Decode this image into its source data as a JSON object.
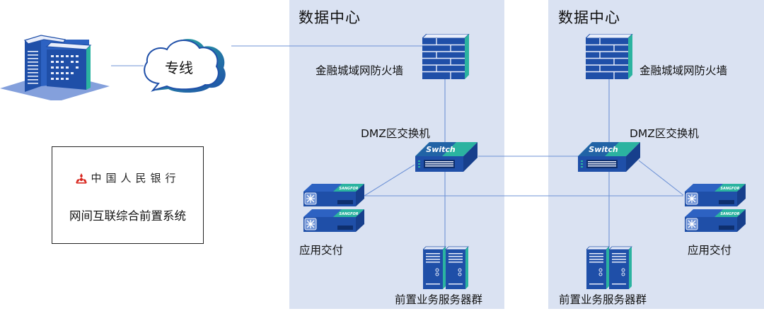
{
  "diagram": {
    "title": "",
    "left": {
      "building_icon": "office-building-icon",
      "cloud_icon": "cloud-icon",
      "cloud_label": "专线",
      "pboc_box": {
        "logo_icon": "pboc-logo-icon",
        "bank_name": "中国人民银行",
        "system_name": "网间互联综合前置系统"
      }
    },
    "data_centers": [
      {
        "title": "数据中心",
        "firewall_label": "金融城域网防火墙",
        "switch_label": "DMZ区交换机",
        "switch_text": "Switch",
        "adc_label": "应用交付",
        "adc_brand": "SANGFOR",
        "server_label": "前置业务服务器群"
      },
      {
        "title": "数据中心",
        "firewall_label": "金融城域网防火墙",
        "switch_label": "DMZ区交换机",
        "switch_text": "Switch",
        "adc_label": "应用交付",
        "adc_brand": "SANGFOR",
        "server_label": "前置业务服务器群"
      }
    ],
    "colors": {
      "panel_bg": "#dae2f2",
      "device_blue": "#1f4fa8",
      "device_teal": "#2bb3a0",
      "link_line": "#6f93d6",
      "pboc_red": "#d7261e"
    }
  }
}
